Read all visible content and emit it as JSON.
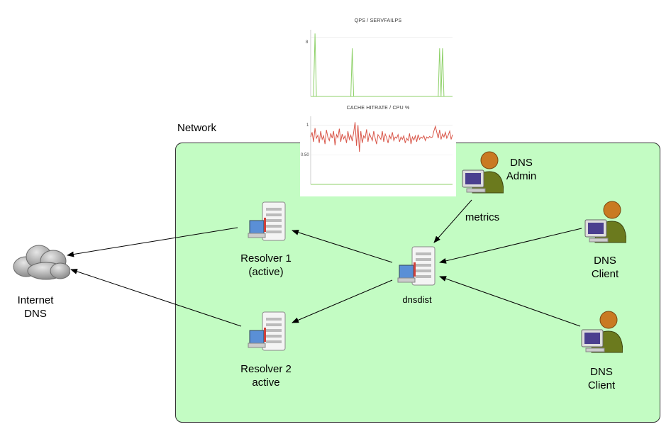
{
  "network": {
    "label": "Network"
  },
  "nodes": {
    "internet": {
      "label": "Internet\nDNS"
    },
    "resolver1": {
      "label": "Resolver 1\n(active)"
    },
    "resolver2": {
      "label": "Resolver 2\nactive"
    },
    "dnsdist": {
      "label": "dnsdist"
    },
    "admin": {
      "label": "DNS\nAdmin"
    },
    "client1": {
      "label": "DNS\nClient"
    },
    "client2": {
      "label": "DNS\nClient"
    }
  },
  "edges": {
    "metrics_label": "metrics"
  },
  "colors": {
    "network_fill": "#c3fcc3",
    "qps_line": "#8fd16a",
    "cpu_line": "#d9574a",
    "cache_line": "#8fd16a"
  },
  "chart_data": [
    {
      "type": "line",
      "title": "QPS / SERVFAILPS",
      "ytick_labels": [
        "8"
      ],
      "series": [
        {
          "values": [
            0,
            0,
            0,
            8.5,
            0,
            0,
            0,
            0,
            0,
            0,
            0,
            0,
            0,
            0,
            0,
            0,
            0,
            0,
            0,
            0,
            0,
            0,
            0,
            0,
            0,
            0,
            0,
            0,
            0,
            6.5,
            0,
            0,
            0,
            0,
            0,
            0,
            0,
            0,
            0,
            0,
            0,
            0,
            0,
            0,
            0,
            0,
            0,
            0,
            0,
            0,
            0,
            0,
            0,
            0,
            0,
            0,
            0,
            0,
            0,
            0,
            0,
            0,
            0,
            0,
            0,
            0,
            0,
            0,
            0,
            0,
            0,
            0,
            0,
            0,
            0,
            0,
            0,
            0,
            0,
            0,
            0,
            0,
            0,
            0,
            0,
            0,
            0,
            0,
            0,
            0,
            6.5,
            0,
            6.5,
            0,
            0,
            0,
            0,
            0,
            0,
            0
          ]
        }
      ]
    },
    {
      "type": "line",
      "title": "CACHE HITRATE / CPU %",
      "ytick_labels": [
        "1",
        "0.50"
      ],
      "series": [
        {
          "values": [
            0.8,
            0.88,
            0.72,
            0.95,
            0.78,
            0.83,
            0.7,
            0.9,
            0.76,
            0.82,
            0.68,
            0.92,
            0.8,
            0.74,
            0.86,
            0.78,
            0.9,
            0.66,
            0.84,
            0.79,
            0.94,
            0.72,
            0.85,
            0.77,
            0.82,
            0.7,
            0.9,
            0.76,
            0.83,
            0.73,
            0.88,
            1.05,
            0.65,
            1.0,
            0.55,
            0.9,
            0.7,
            0.82,
            0.78,
            0.93,
            0.72,
            0.86,
            0.8,
            0.74,
            0.9,
            0.78,
            0.68,
            0.84,
            0.8,
            0.76,
            0.9,
            0.72,
            0.85,
            0.79,
            0.7,
            0.83,
            0.77,
            0.88,
            0.74,
            0.8,
            0.78,
            0.84,
            0.72,
            0.8,
            0.76,
            0.82,
            0.7,
            0.78,
            0.74,
            0.86,
            0.68,
            0.8,
            0.75,
            0.82,
            0.72,
            0.84,
            0.76,
            0.8,
            0.78,
            0.82,
            0.74,
            0.8,
            0.78,
            0.81,
            0.79,
            0.8,
            0.9,
            0.98,
            0.88,
            0.78,
            0.92,
            0.76,
            0.85,
            0.8,
            0.88,
            0.78,
            0.83,
            0.9,
            0.76,
            0.84
          ]
        },
        {
          "values": [
            0.0,
            0.0,
            0.0,
            0.0,
            0.0,
            0.0,
            0.0,
            0.0,
            0.0,
            0.0,
            0.0,
            0.0,
            0.0,
            0.0,
            0.0,
            0.0,
            0.0,
            0.0,
            0.0,
            0.0,
            0.0,
            0.0,
            0.0,
            0.0,
            0.0,
            0.0,
            0.0,
            0.0,
            0.0,
            0.0,
            0.0,
            0.0,
            0.0,
            0.0,
            0.0,
            0.0,
            0.0,
            0.0,
            0.0,
            0.0,
            0.0,
            0.0,
            0.0,
            0.0,
            0.0,
            0.0,
            0.0,
            0.0,
            0.0,
            0.0,
            0.0,
            0.0,
            0.0,
            0.0,
            0.0,
            0.0,
            0.0,
            0.0,
            0.0,
            0.0,
            0.0,
            0.0,
            0.0,
            0.0,
            0.0,
            0.0,
            0.0,
            0.0,
            0.0,
            0.0,
            0.0,
            0.0,
            0.0,
            0.0,
            0.0,
            0.0,
            0.0,
            0.0,
            0.0,
            0.0,
            0.0,
            0.0,
            0.0,
            0.0,
            0.0,
            0.0,
            0.0,
            0.0,
            0.0,
            0.0,
            0.0,
            0.0,
            0.0,
            0.0,
            0.0,
            0.0,
            0.0,
            0.0,
            0.0,
            0.0
          ]
        }
      ]
    }
  ]
}
